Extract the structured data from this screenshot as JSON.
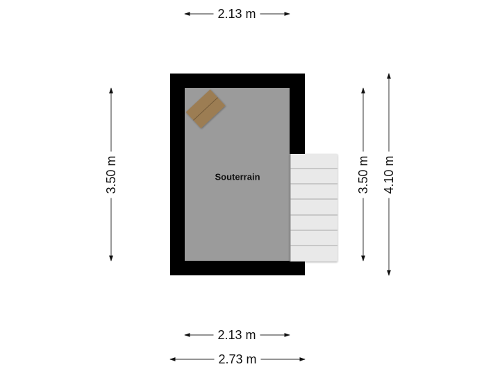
{
  "plan": {
    "room_name": "Souterrain",
    "colors": {
      "wall": "#000000",
      "floor": "#9b9b9b",
      "stairs": "#e9e9e9",
      "stair_line": "#bdbdbd",
      "furniture": "#9c7d52",
      "dimension_line": "#555555"
    },
    "stairs": {
      "steps": 7
    }
  },
  "dimensions": {
    "top_width": "2.13 m",
    "bottom_inner_width": "2.13 m",
    "bottom_outer_width": "2.73 m",
    "left_height": "3.50 m",
    "right_inner_height": "3.50 m",
    "right_outer_height": "4.10 m"
  }
}
